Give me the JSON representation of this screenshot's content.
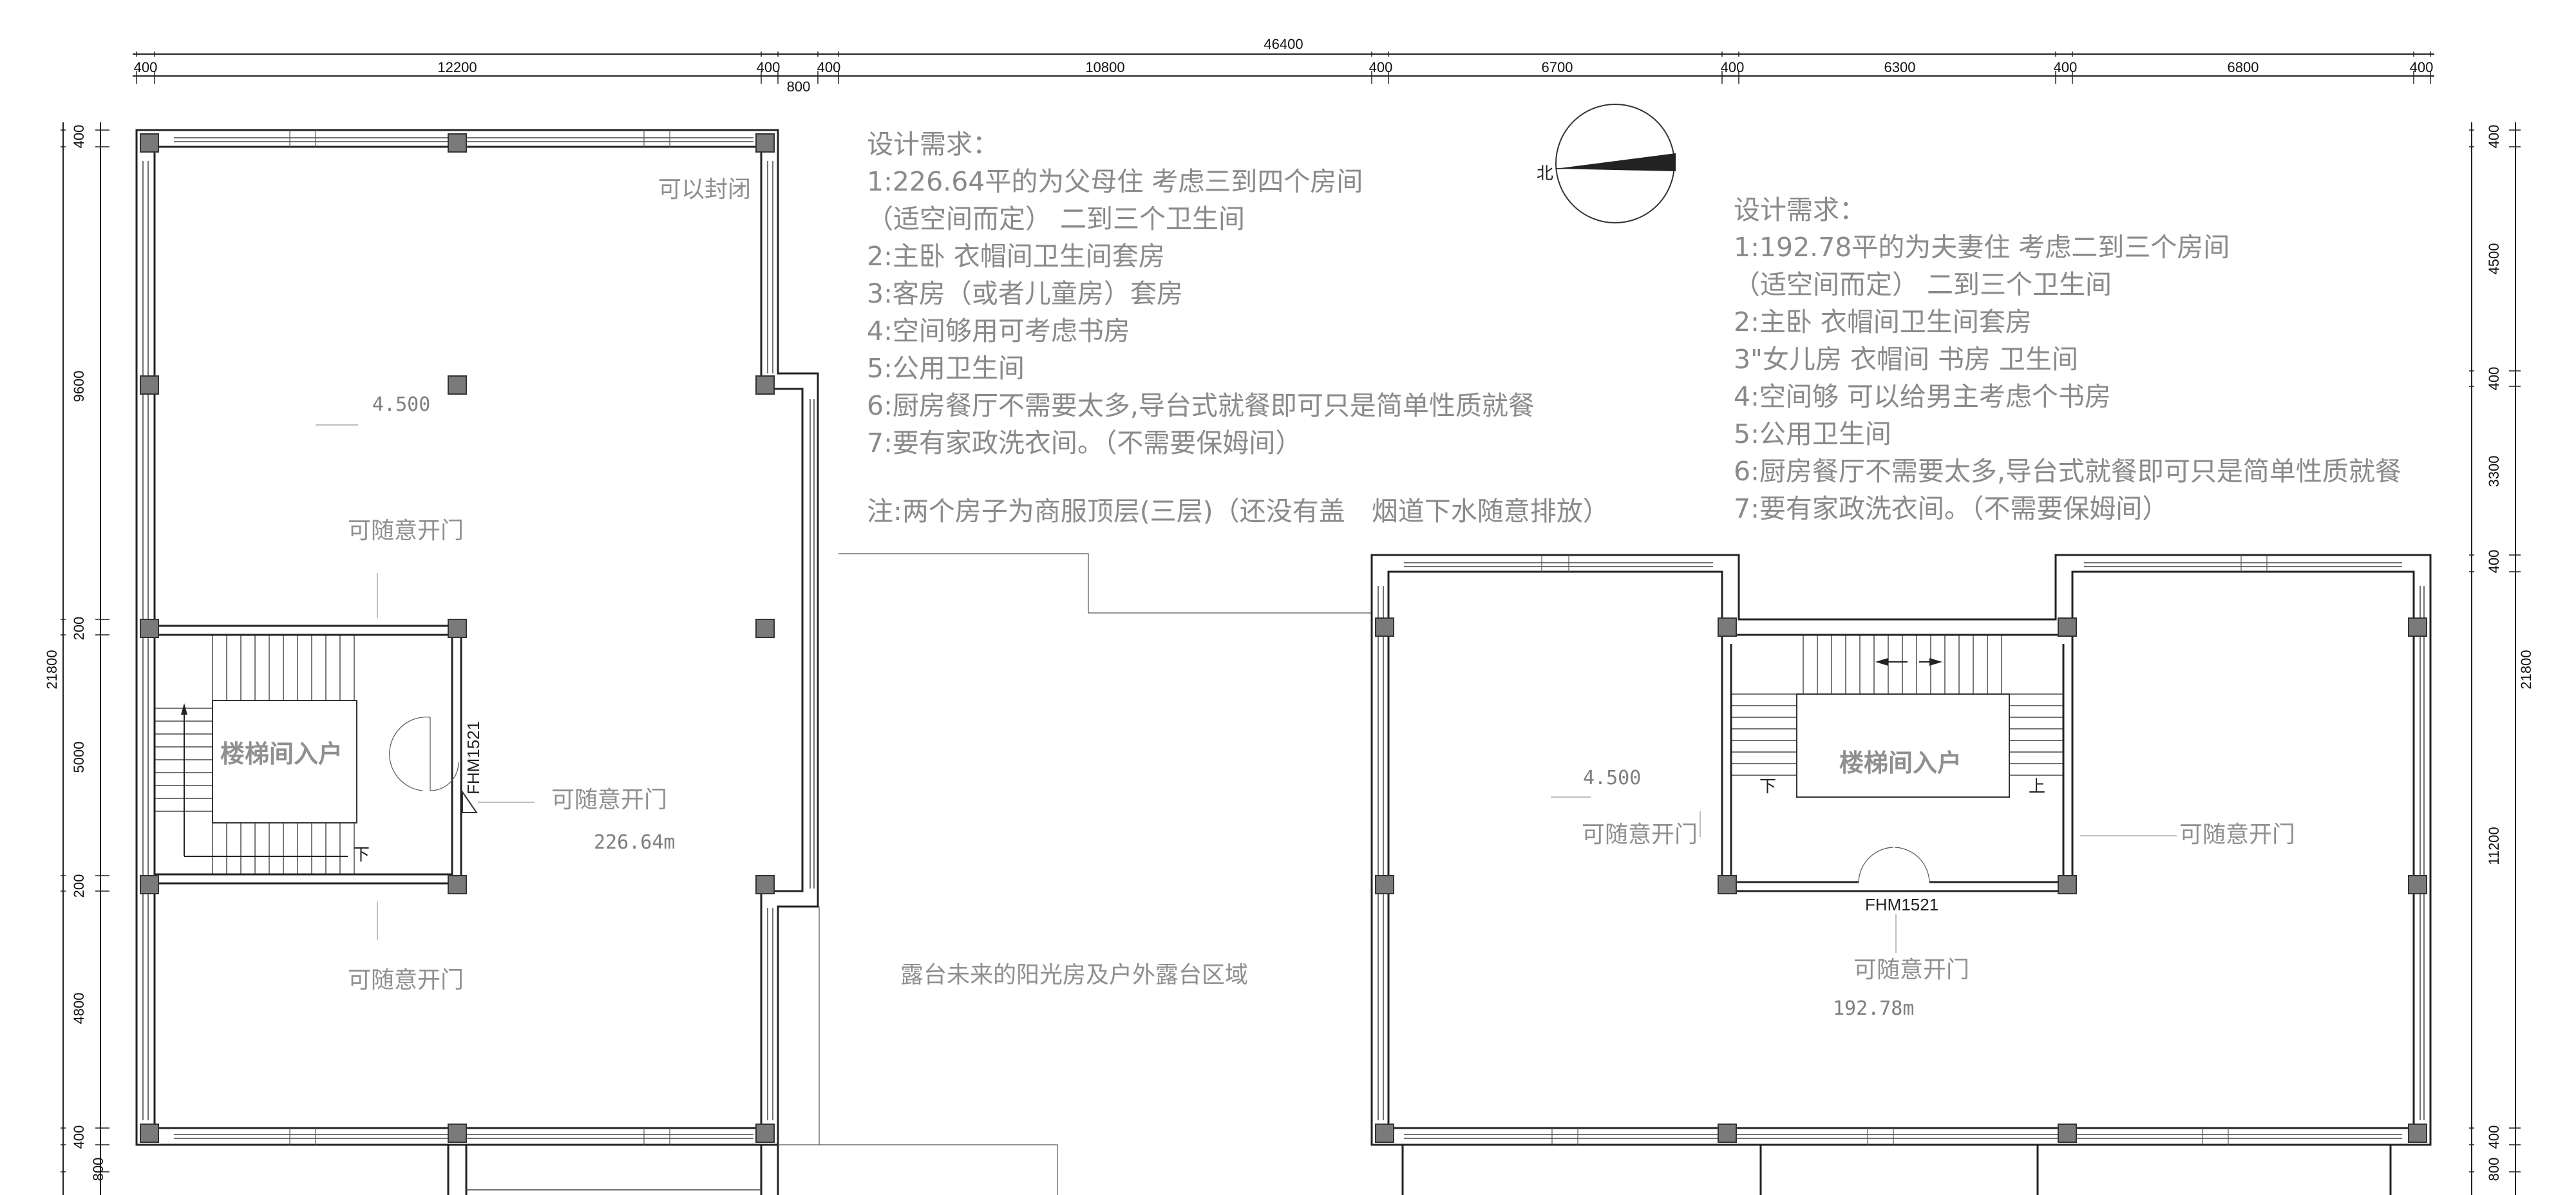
{
  "dimensions": {
    "total_width": "46400",
    "top_segments": [
      "400",
      "12200",
      "400",
      "800",
      "400",
      "10800",
      "400",
      "6700",
      "400",
      "6300",
      "400",
      "6800",
      "400"
    ],
    "left_total": "21800",
    "left_segments": [
      "400",
      "9600",
      "200",
      "5000",
      "200",
      "4800",
      "400",
      "800"
    ],
    "right_total": "21800",
    "right_segments": [
      "400",
      "4500",
      "400",
      "3300",
      "400",
      "11200",
      "400",
      "800"
    ]
  },
  "notes_left": {
    "title": "设计需求：",
    "lines": [
      "1:226.64平的为父母住 考虑三到四个房间",
      "（适空间而定） 二到三个卫生间",
      "2:主卧 衣帽间卫生间套房",
      "3:客房（或者儿童房）套房",
      "4:空间够用可考虑书房",
      "5:公用卫生间",
      "6:厨房餐厅不需要太多,导台式就餐即可只是简单性质就餐",
      "7:要有家政洗衣间。（不需要保姆间）"
    ],
    "footnote": "注:两个房子为商服顶层(三层)（还没有盖　烟道下水随意排放）"
  },
  "notes_right": {
    "title": "设计需求：",
    "lines": [
      "1:192.78平的为夫妻住 考虑二到三个房间",
      "（适空间而定） 二到三个卫生间",
      "2:主卧 衣帽间卫生间套房",
      "3\"女儿房 衣帽间 书房 卫生间",
      "4:空间够 可以给男主考虑个书房",
      "5:公用卫生间",
      "6:厨房餐厅不需要太多,导台式就餐即可只是简单性质就餐",
      "7:要有家政洗衣间。（不需要保姆间）"
    ]
  },
  "compass": {
    "label": "北"
  },
  "left_unit": {
    "can_close": "可以封闭",
    "elevation": "4.500",
    "door_free_1": "可随意开门",
    "stair_entry": "楼梯间入户",
    "door_code": "FHM1521",
    "door_free_2": "可随意开门",
    "area": "226.64m",
    "door_free_3": "可随意开门",
    "stair_down": "下"
  },
  "terrace": {
    "label": "露台未来的阳光房及户外露台区域"
  },
  "right_unit": {
    "elevation": "4.500",
    "door_free_1": "可随意开门",
    "stair_entry": "楼梯间入户",
    "door_free_2": "可随意开门",
    "door_code": "FHM1521",
    "door_free_3": "可随意开门",
    "area": "192.78m",
    "stair_down": "下",
    "stair_up": "上"
  }
}
